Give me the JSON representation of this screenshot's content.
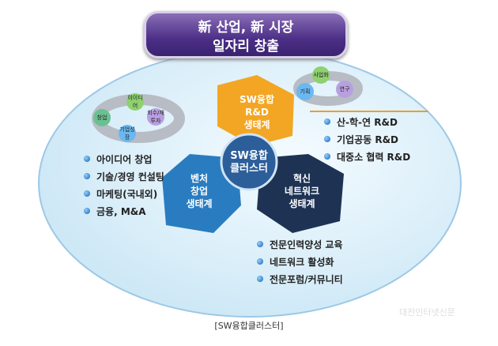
{
  "banner": {
    "line1": "新 산업, 新 시장",
    "line2": "일자리 창출"
  },
  "hexagons": {
    "top": {
      "l1": "SW융합",
      "l2": "R&D",
      "l3": "생태계",
      "color": "#f0a020"
    },
    "left": {
      "l1": "벤처",
      "l2": "창업",
      "l3": "생태계",
      "color": "#1f6fb5"
    },
    "right": {
      "l1": "혁신",
      "l2": "네트워크",
      "l3": "생태계",
      "color": "#1c3050"
    },
    "center": {
      "l1": "SW융합",
      "l2": "클러스터"
    }
  },
  "left_cycle": [
    "이이디어",
    "창업",
    "회수/재투자",
    "기업성장"
  ],
  "right_cycle": [
    "사업화",
    "기획",
    "연구"
  ],
  "lists": {
    "left": [
      "아이디어 창업",
      "기술/경영 컨설팅",
      "마케팅(국내외)",
      "금융, M&A"
    ],
    "right": [
      "산-학-연 R&D",
      "기업공동 R&D",
      "대중소 협력 R&D"
    ],
    "bottom": [
      "전문인력양성 교육",
      "네트워크 활성화",
      "전문포럼/커뮤니티"
    ]
  },
  "caption": "[SW융합클러스터]",
  "watermark": "대전인터넷신문"
}
